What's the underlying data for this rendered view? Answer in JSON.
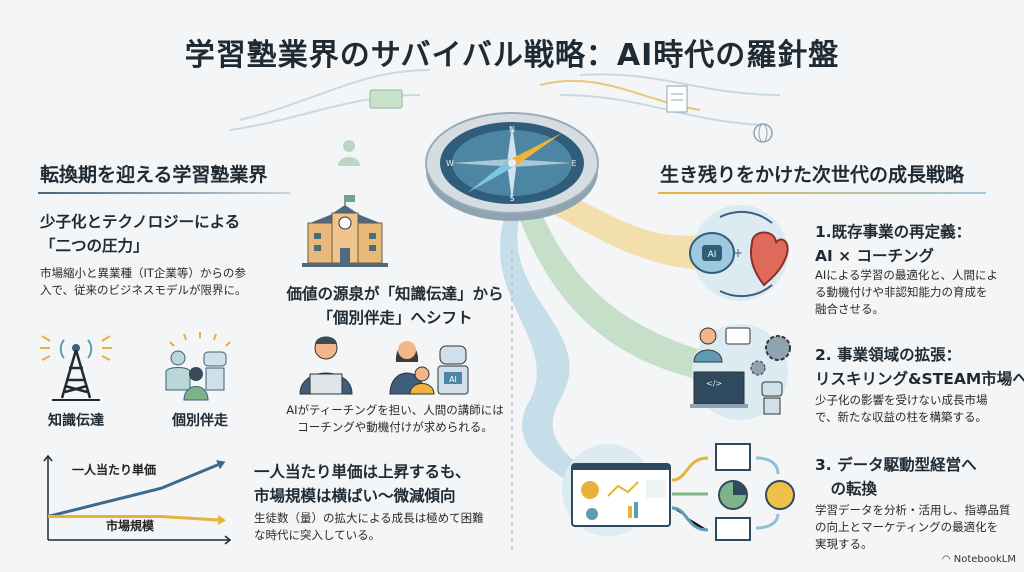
{
  "title": "学習塾業界のサバイバル戦略：AI時代の羅針盤",
  "left": {
    "heading": "転換期を迎える学習塾業界",
    "pressure": {
      "title_lines": [
        "少子化とテクノロジーによる",
        "「二つの圧力」"
      ],
      "body_lines": [
        "市場縮小と異業種（IT企業等）からの参",
        "入で、従来のビジネスモデルが限界に。"
      ]
    },
    "shift": {
      "title_lines": [
        "価値の源泉が「知識伝達」から",
        "「個別伴走」へシフト"
      ],
      "body_lines": [
        "AIがティーチングを担い、人間の講師には",
        "コーチングや動機付けが求められる。"
      ],
      "robot_badge": "AI"
    },
    "icon_labels": [
      "知識伝達",
      "個別伴走"
    ],
    "trend": {
      "title_lines": [
        "一人当たり単価は上昇するも、",
        "市場規模は横ばい〜微減傾向"
      ],
      "body_lines": [
        "生徒数（量）の拡大による成長は極めて困難",
        "な時代に突入している。"
      ]
    }
  },
  "chart_data": {
    "type": "line",
    "title": "",
    "xlabel": "",
    "ylabel": "",
    "series": [
      {
        "name": "一人当たり単価",
        "trend": "rising",
        "values": [
          1,
          1.6,
          2.2,
          3.2
        ],
        "color": "#3d6a8a"
      },
      {
        "name": "市場規模",
        "trend": "flat-to-declining",
        "values": [
          1,
          1,
          1,
          0.85
        ],
        "color": "#e8b23a"
      }
    ]
  },
  "right": {
    "heading": "生き残りをかけた次世代の成長戦略",
    "items": [
      {
        "title_lines": [
          "1.既存事業の再定義：",
          "AI × コーチング"
        ],
        "body_lines": [
          "AIによる学習の最適化と、人間によ",
          "る動機付けや非認知能力の育成を",
          "融合させる。"
        ],
        "badge": "AI"
      },
      {
        "title_lines": [
          "2. 事業領域の拡張：",
          "リスキリング&STEAM市場へ"
        ],
        "body_lines": [
          "少子化の影響を受けない成長市場",
          "で、新たな収益の柱を構築する。"
        ],
        "code": "</>"
      },
      {
        "title_lines": [
          "3. データ駆動型経営へ",
          "　の転換"
        ],
        "body_lines": [
          "学習データを分析・活用し、指導品質",
          "の向上とマーケティングの最適化を",
          "実現する。"
        ]
      }
    ]
  },
  "compass": {
    "n": "N",
    "e": "E",
    "s": "S",
    "w": "W"
  },
  "footer": {
    "brand": "NotebookLM"
  },
  "colors": {
    "navy": "#1f2a33",
    "blue": "#3d6a8a",
    "yellow": "#e8b23a",
    "green": "#7fb38a",
    "teal": "#5e9bb5"
  }
}
